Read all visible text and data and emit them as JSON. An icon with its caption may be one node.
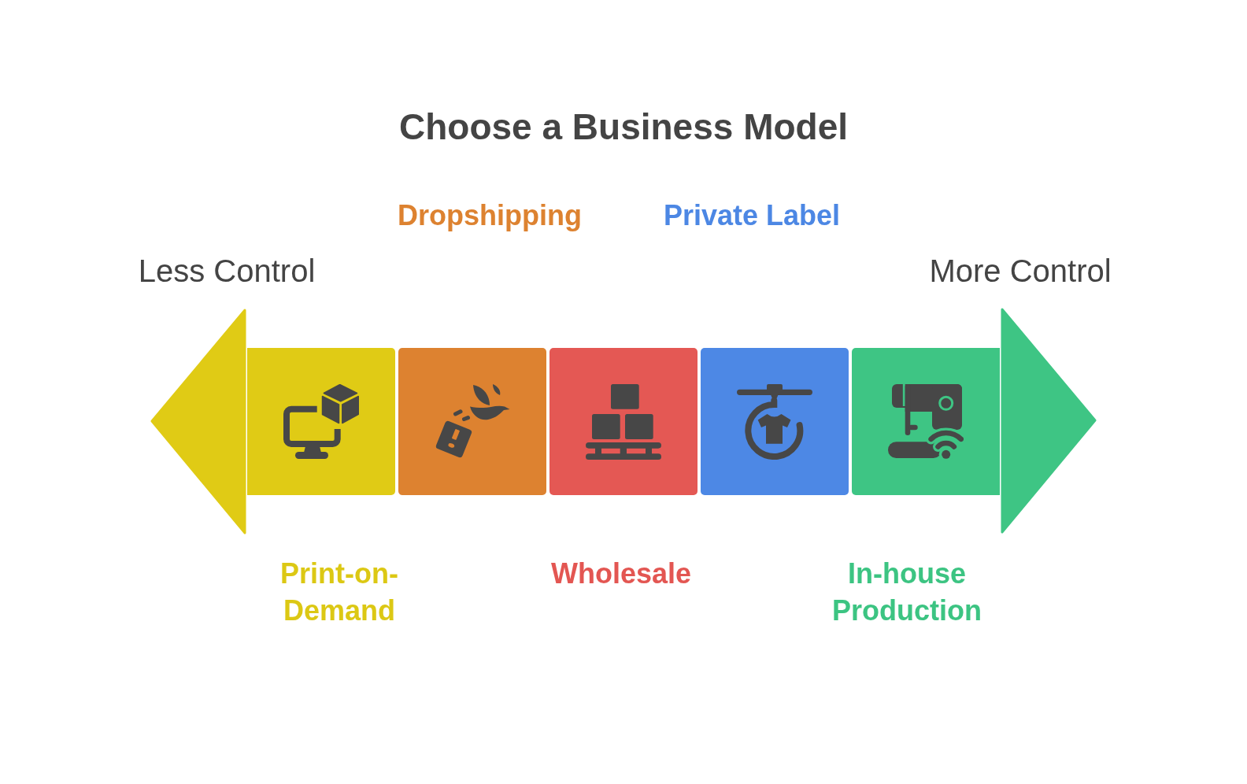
{
  "diagram": {
    "title": "Choose a Business Model",
    "nodes": [
      {
        "text": [],
        "shape": "box",
        "beside": [
          "Print-on-Demand"
        ]
      },
      {
        "text": [],
        "shape": "box"
      },
      {
        "text": [],
        "shape": "box",
        "beside": [
          "Wholesale"
        ]
      },
      {
        "text": [],
        "shape": "box"
      },
      {
        "text": [],
        "shape": "box",
        "beside": [
          "In-house Production"
        ]
      }
    ],
    "labels": [
      "Dropshipping",
      "Private Label",
      "Less Control",
      "More Control"
    ]
  }
}
